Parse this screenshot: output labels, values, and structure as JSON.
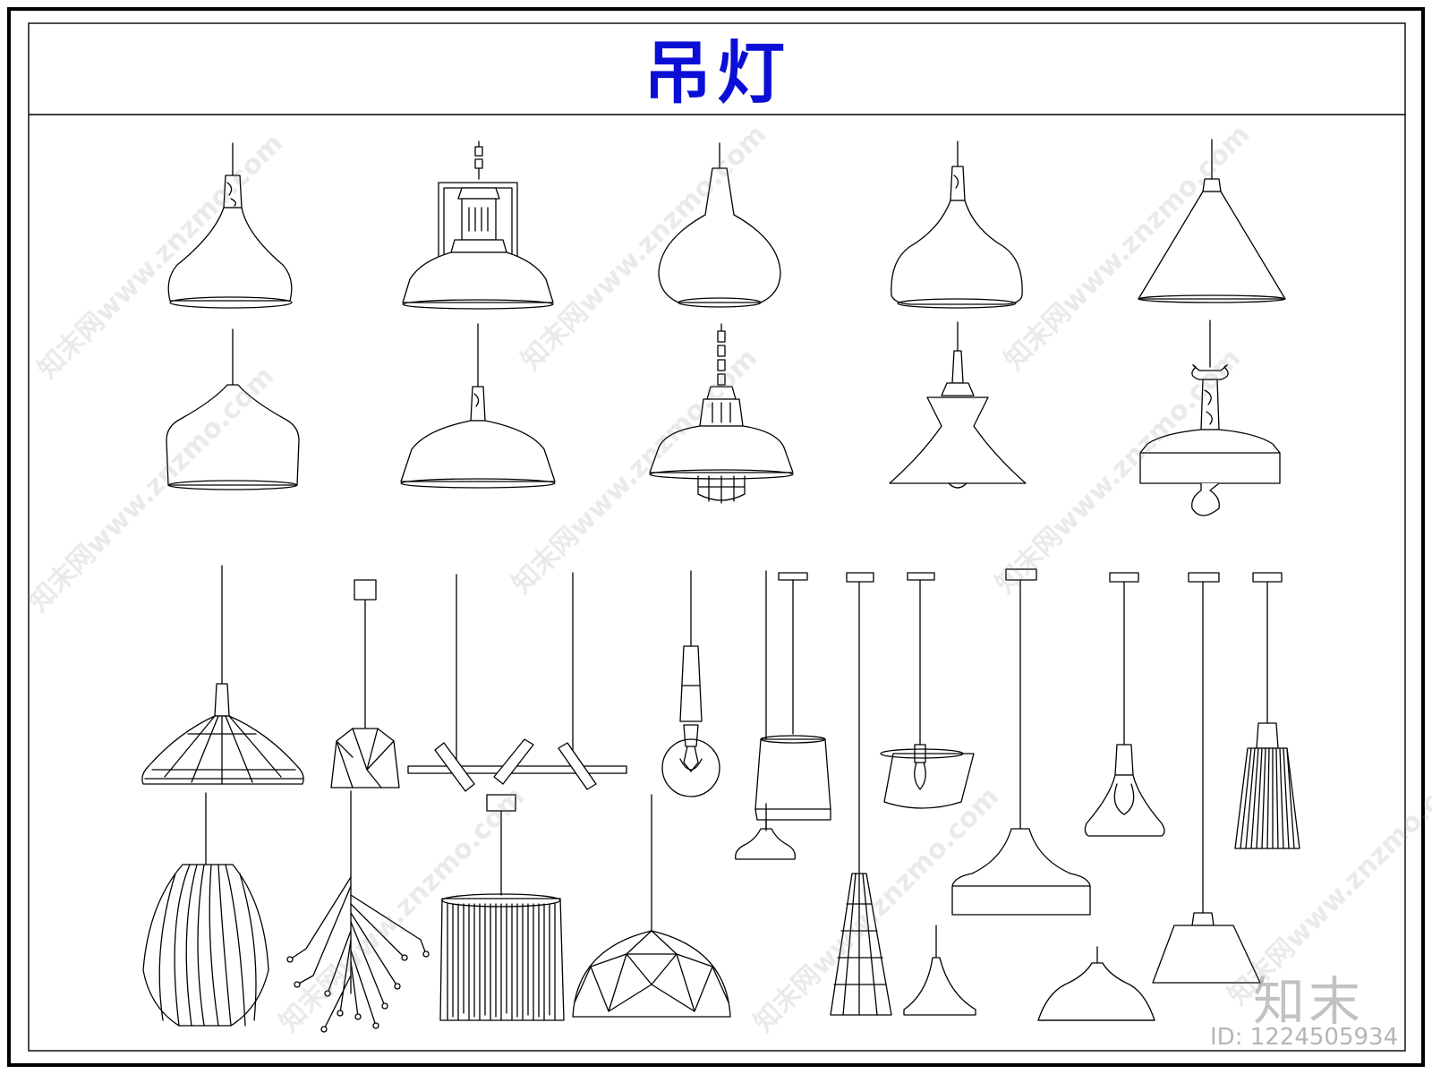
{
  "title": "吊灯",
  "watermark_text": "知末网www.znzmo.com",
  "brand": "知末",
  "image_id": "ID: 1224505934",
  "colors": {
    "title": "#0b0fd6",
    "line": "#000000",
    "background": "#ffffff"
  },
  "lamps": [
    {
      "row": 1,
      "col": 1,
      "shape": "cone-pendant-wood-neck"
    },
    {
      "row": 1,
      "col": 2,
      "shape": "industrial-chain-pendant-with-cage"
    },
    {
      "row": 1,
      "col": 3,
      "shape": "onion-pendant"
    },
    {
      "row": 1,
      "col": 4,
      "shape": "bell-pendant-wood-neck"
    },
    {
      "row": 1,
      "col": 5,
      "shape": "triangle-cone-pendant"
    },
    {
      "row": 2,
      "col": 1,
      "shape": "drum-pendant"
    },
    {
      "row": 2,
      "col": 2,
      "shape": "wide-dome-pendant"
    },
    {
      "row": 2,
      "col": 3,
      "shape": "chain-pendant-with-wire-guard"
    },
    {
      "row": 2,
      "col": 4,
      "shape": "double-cone-pendant"
    },
    {
      "row": 2,
      "col": 5,
      "shape": "ring-handle-pendant-with-bulb"
    },
    {
      "row": 3,
      "col": 1,
      "shape": "wire-dish-pendant"
    },
    {
      "row": 3,
      "col": 2,
      "shape": "faceted-small-pendant"
    },
    {
      "row": 3,
      "col": 3,
      "shape": "linear-tube-chandelier"
    },
    {
      "row": 3,
      "col": 4,
      "shape": "globe-bulb-pendant"
    },
    {
      "row": 3,
      "col": 5,
      "shape": "glass-drum-pendant"
    },
    {
      "row": 3,
      "col": 6,
      "shape": "glass-bowl-pendant"
    },
    {
      "row": 3,
      "col": 7,
      "shape": "flared-glass-pendant"
    },
    {
      "row": 3,
      "col": 8,
      "shape": "slatted-cone-pendant"
    },
    {
      "row": 4,
      "col": 1,
      "shape": "slatted-wood-pendant"
    },
    {
      "row": 4,
      "col": 2,
      "shape": "branch-sputnik-chandelier"
    },
    {
      "row": 4,
      "col": 3,
      "shape": "fringe-drum-pendant"
    },
    {
      "row": 4,
      "col": 4,
      "shape": "geodesic-dome-pendant"
    },
    {
      "row": 4,
      "col": 5,
      "shape": "mini-dish-pendant"
    },
    {
      "row": 4,
      "col": 6,
      "shape": "tall-cage-cone-pendant"
    },
    {
      "row": 4,
      "col": 7,
      "shape": "funnel-pendant"
    },
    {
      "row": 4,
      "col": 8,
      "shape": "wide-flat-dome-pendant"
    },
    {
      "row": 4,
      "col": 9,
      "shape": "small-dish-pendant"
    },
    {
      "row": 4,
      "col": 10,
      "shape": "trapezoid-shade-pendant"
    }
  ]
}
